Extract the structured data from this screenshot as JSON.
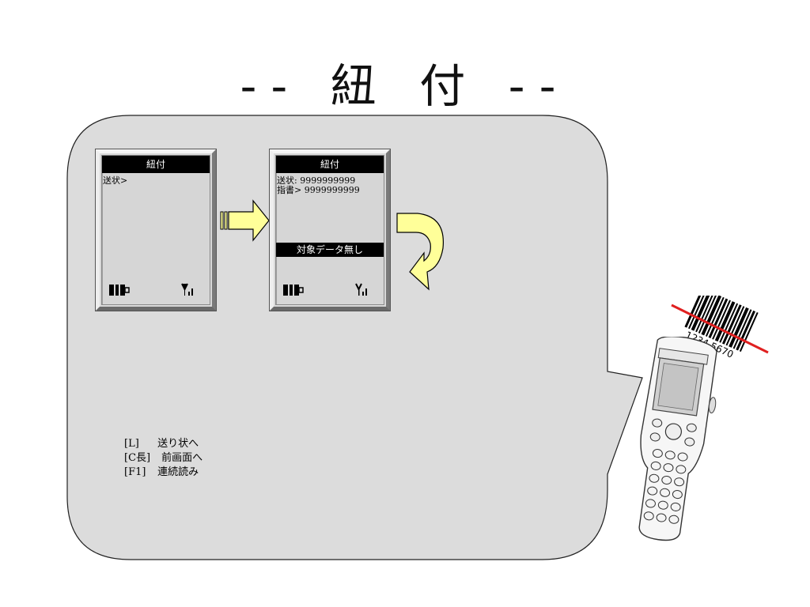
{
  "title": "-- 紐 付 --",
  "screens": [
    {
      "header": "紐付",
      "lines": [
        "送状>"
      ],
      "message": ""
    },
    {
      "header": "紐付",
      "lines": [
        "送状:  9999999999",
        "指書> 9999999999"
      ],
      "message": "対象データ無し"
    }
  ],
  "legend": [
    {
      "key": "[L]",
      "text": "送り状へ"
    },
    {
      "key": "[C長]",
      "text": "前画面へ"
    },
    {
      "key": "[F1]",
      "text": "連続読み"
    }
  ],
  "barcode": {
    "digits": "1234 5670"
  },
  "colors": {
    "panel": "#dcdcdc",
    "arrow_fill": "#ffff99",
    "scan_line": "#e02020"
  },
  "icons": [
    "battery-icon",
    "signal-icon",
    "right-arrow-icon",
    "curved-arrow-icon",
    "handheld-scanner",
    "barcode"
  ]
}
